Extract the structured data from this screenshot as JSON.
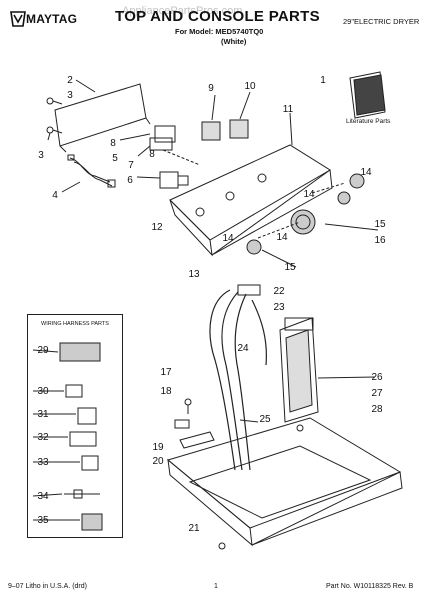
{
  "header": {
    "brand": "MAYTAG",
    "title": "TOP AND CONSOLE PARTS",
    "model_line": "For Model: MED5740TQ0",
    "color": "(White)",
    "dryer_type": "29\"ELECTRIC DRYER",
    "watermark": "AppliancePartsPros.com"
  },
  "literature_label": "Literature Parts",
  "wiring_harness_title": "WIRING HARNESS PARTS",
  "callouts": [
    "1",
    "2",
    "3",
    "3",
    "4",
    "5",
    "6",
    "7",
    "8",
    "8",
    "9",
    "10",
    "11",
    "12",
    "13",
    "14",
    "14",
    "14",
    "14",
    "15",
    "15",
    "16",
    "17",
    "18",
    "19",
    "20",
    "21",
    "22",
    "23",
    "24",
    "25",
    "26",
    "27",
    "28",
    "29",
    "30",
    "31",
    "32",
    "33",
    "34",
    "35"
  ],
  "footer": {
    "left": "9–07 Litho in U.S.A. (drd)",
    "center": "1",
    "right": "Part No. W10118325 Rev. B"
  }
}
